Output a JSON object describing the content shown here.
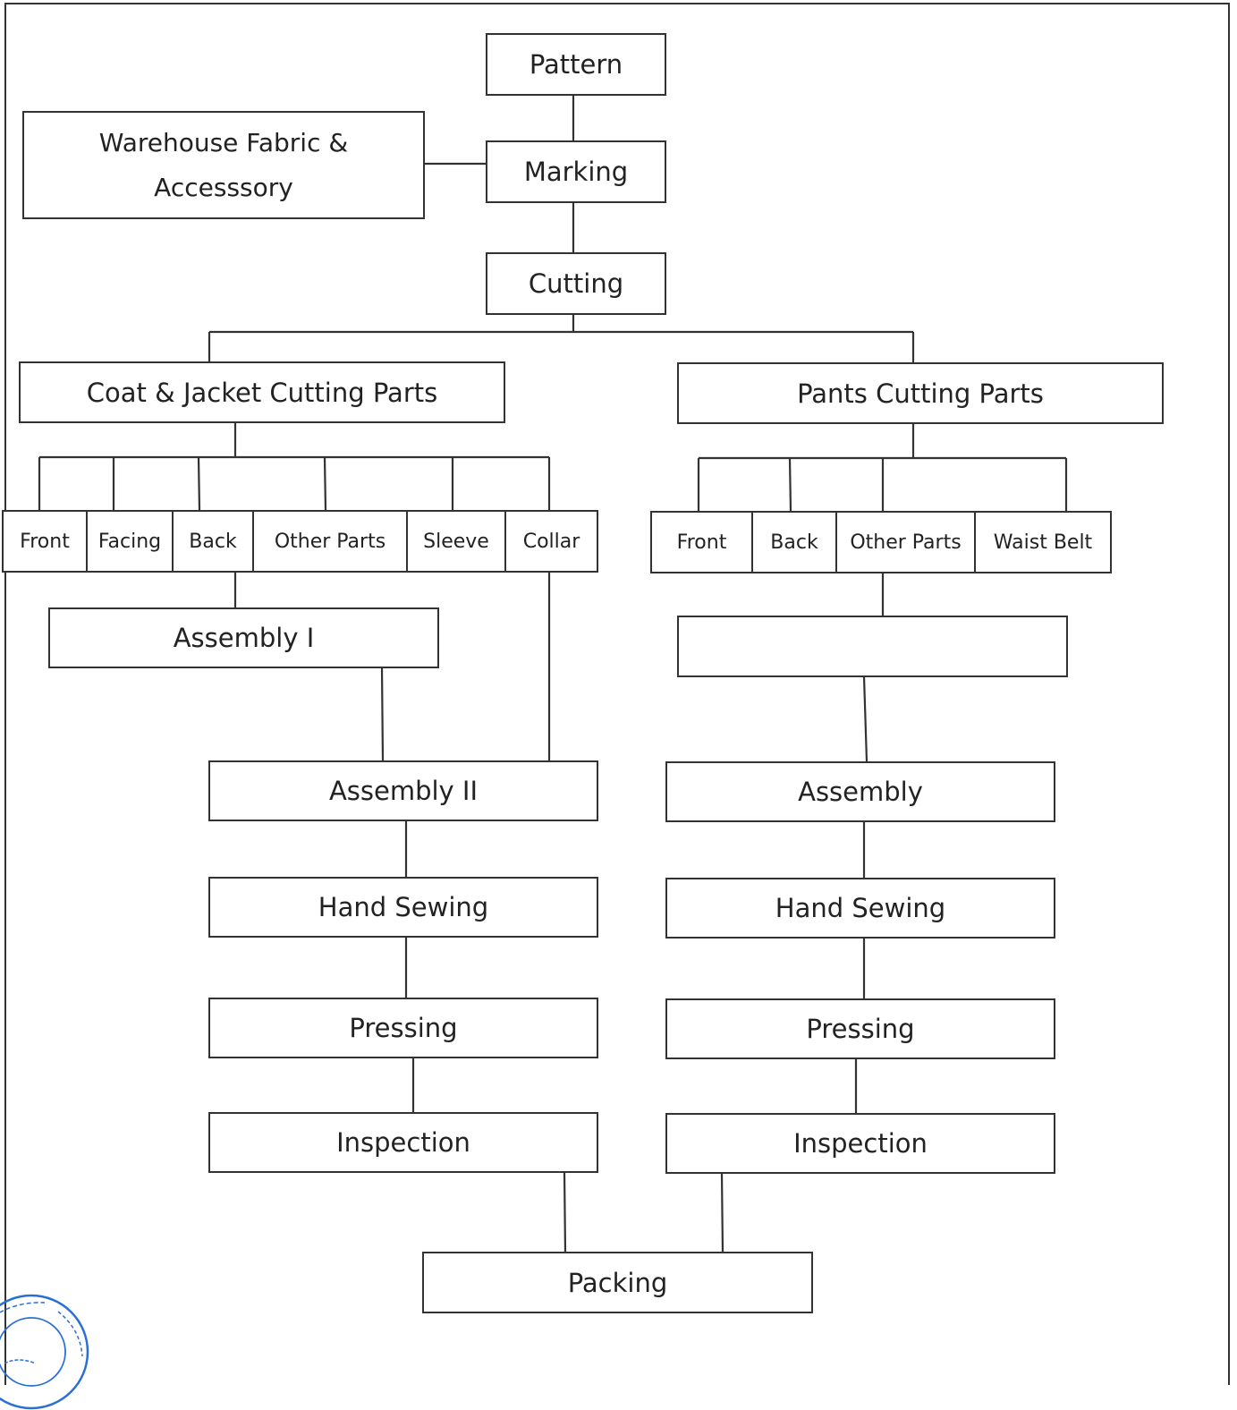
{
  "nodes": {
    "pattern": "Pattern",
    "marking": "Marking",
    "warehouse": "Warehouse Fabric & Accesssory",
    "cutting": "Cutting",
    "coat_jacket": "Coat & Jacket Cutting Parts",
    "pants": "Pants Cutting Parts",
    "assembly_1": "Assembly I",
    "assembly_2": "Assembly II",
    "pants_blank": "",
    "pants_assembly": "Assembly",
    "coat_hand_sewing": "Hand Sewing",
    "pants_hand_sewing": "Hand Sewing",
    "coat_pressing": "Pressing",
    "pants_pressing": "Pressing",
    "coat_inspection": "Inspection",
    "pants_inspection": "Inspection",
    "packing": "Packing"
  },
  "coat_parts": [
    "Front",
    "Facing",
    "Back",
    "Other Parts",
    "Sleeve",
    "Collar"
  ],
  "pants_parts": [
    "Front",
    "Back",
    "Other Parts",
    "Waist Belt"
  ],
  "colors": {
    "line": "#333333",
    "stamp": "#2b6fd6"
  }
}
